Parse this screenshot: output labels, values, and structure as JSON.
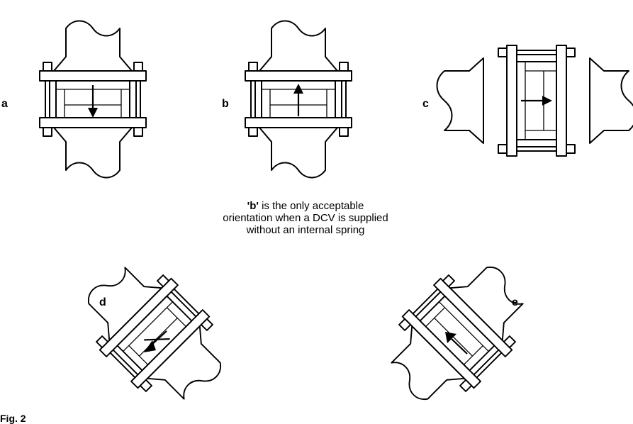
{
  "diagrams": [
    {
      "id": "a",
      "label": "a",
      "flow": "down"
    },
    {
      "id": "b",
      "label": "b",
      "flow": "up"
    },
    {
      "id": "c",
      "label": "c",
      "flow": "right"
    },
    {
      "id": "d",
      "label": "d",
      "flow": "down-left"
    },
    {
      "id": "e",
      "label": "e",
      "flow": "up-left"
    }
  ],
  "caption": {
    "bold": "'b'",
    "line1_rest": " is the only acceptable",
    "line2": "orientation when  a DCV is supplied",
    "line3": "without an internal spring"
  },
  "figure_label": "Fig. 2"
}
